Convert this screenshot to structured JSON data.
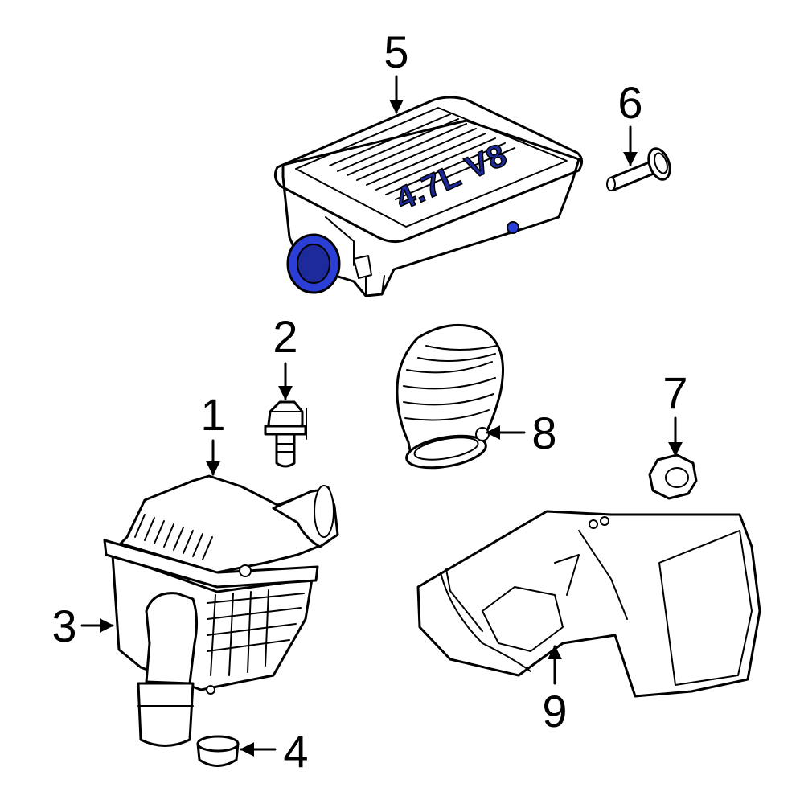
{
  "diagram": {
    "highlight_color": "#2b3fd6",
    "highlight_dark": "#1c2a9c",
    "line_color": "#000000",
    "background": "#ffffff",
    "callouts": [
      {
        "id": "1",
        "label": "1"
      },
      {
        "id": "2",
        "label": "2"
      },
      {
        "id": "3",
        "label": "3"
      },
      {
        "id": "4",
        "label": "4"
      },
      {
        "id": "5",
        "label": "5"
      },
      {
        "id": "6",
        "label": "6"
      },
      {
        "id": "7",
        "label": "7"
      },
      {
        "id": "8",
        "label": "8"
      },
      {
        "id": "9",
        "label": "9"
      }
    ],
    "emboss_text": "4.7L V8"
  }
}
